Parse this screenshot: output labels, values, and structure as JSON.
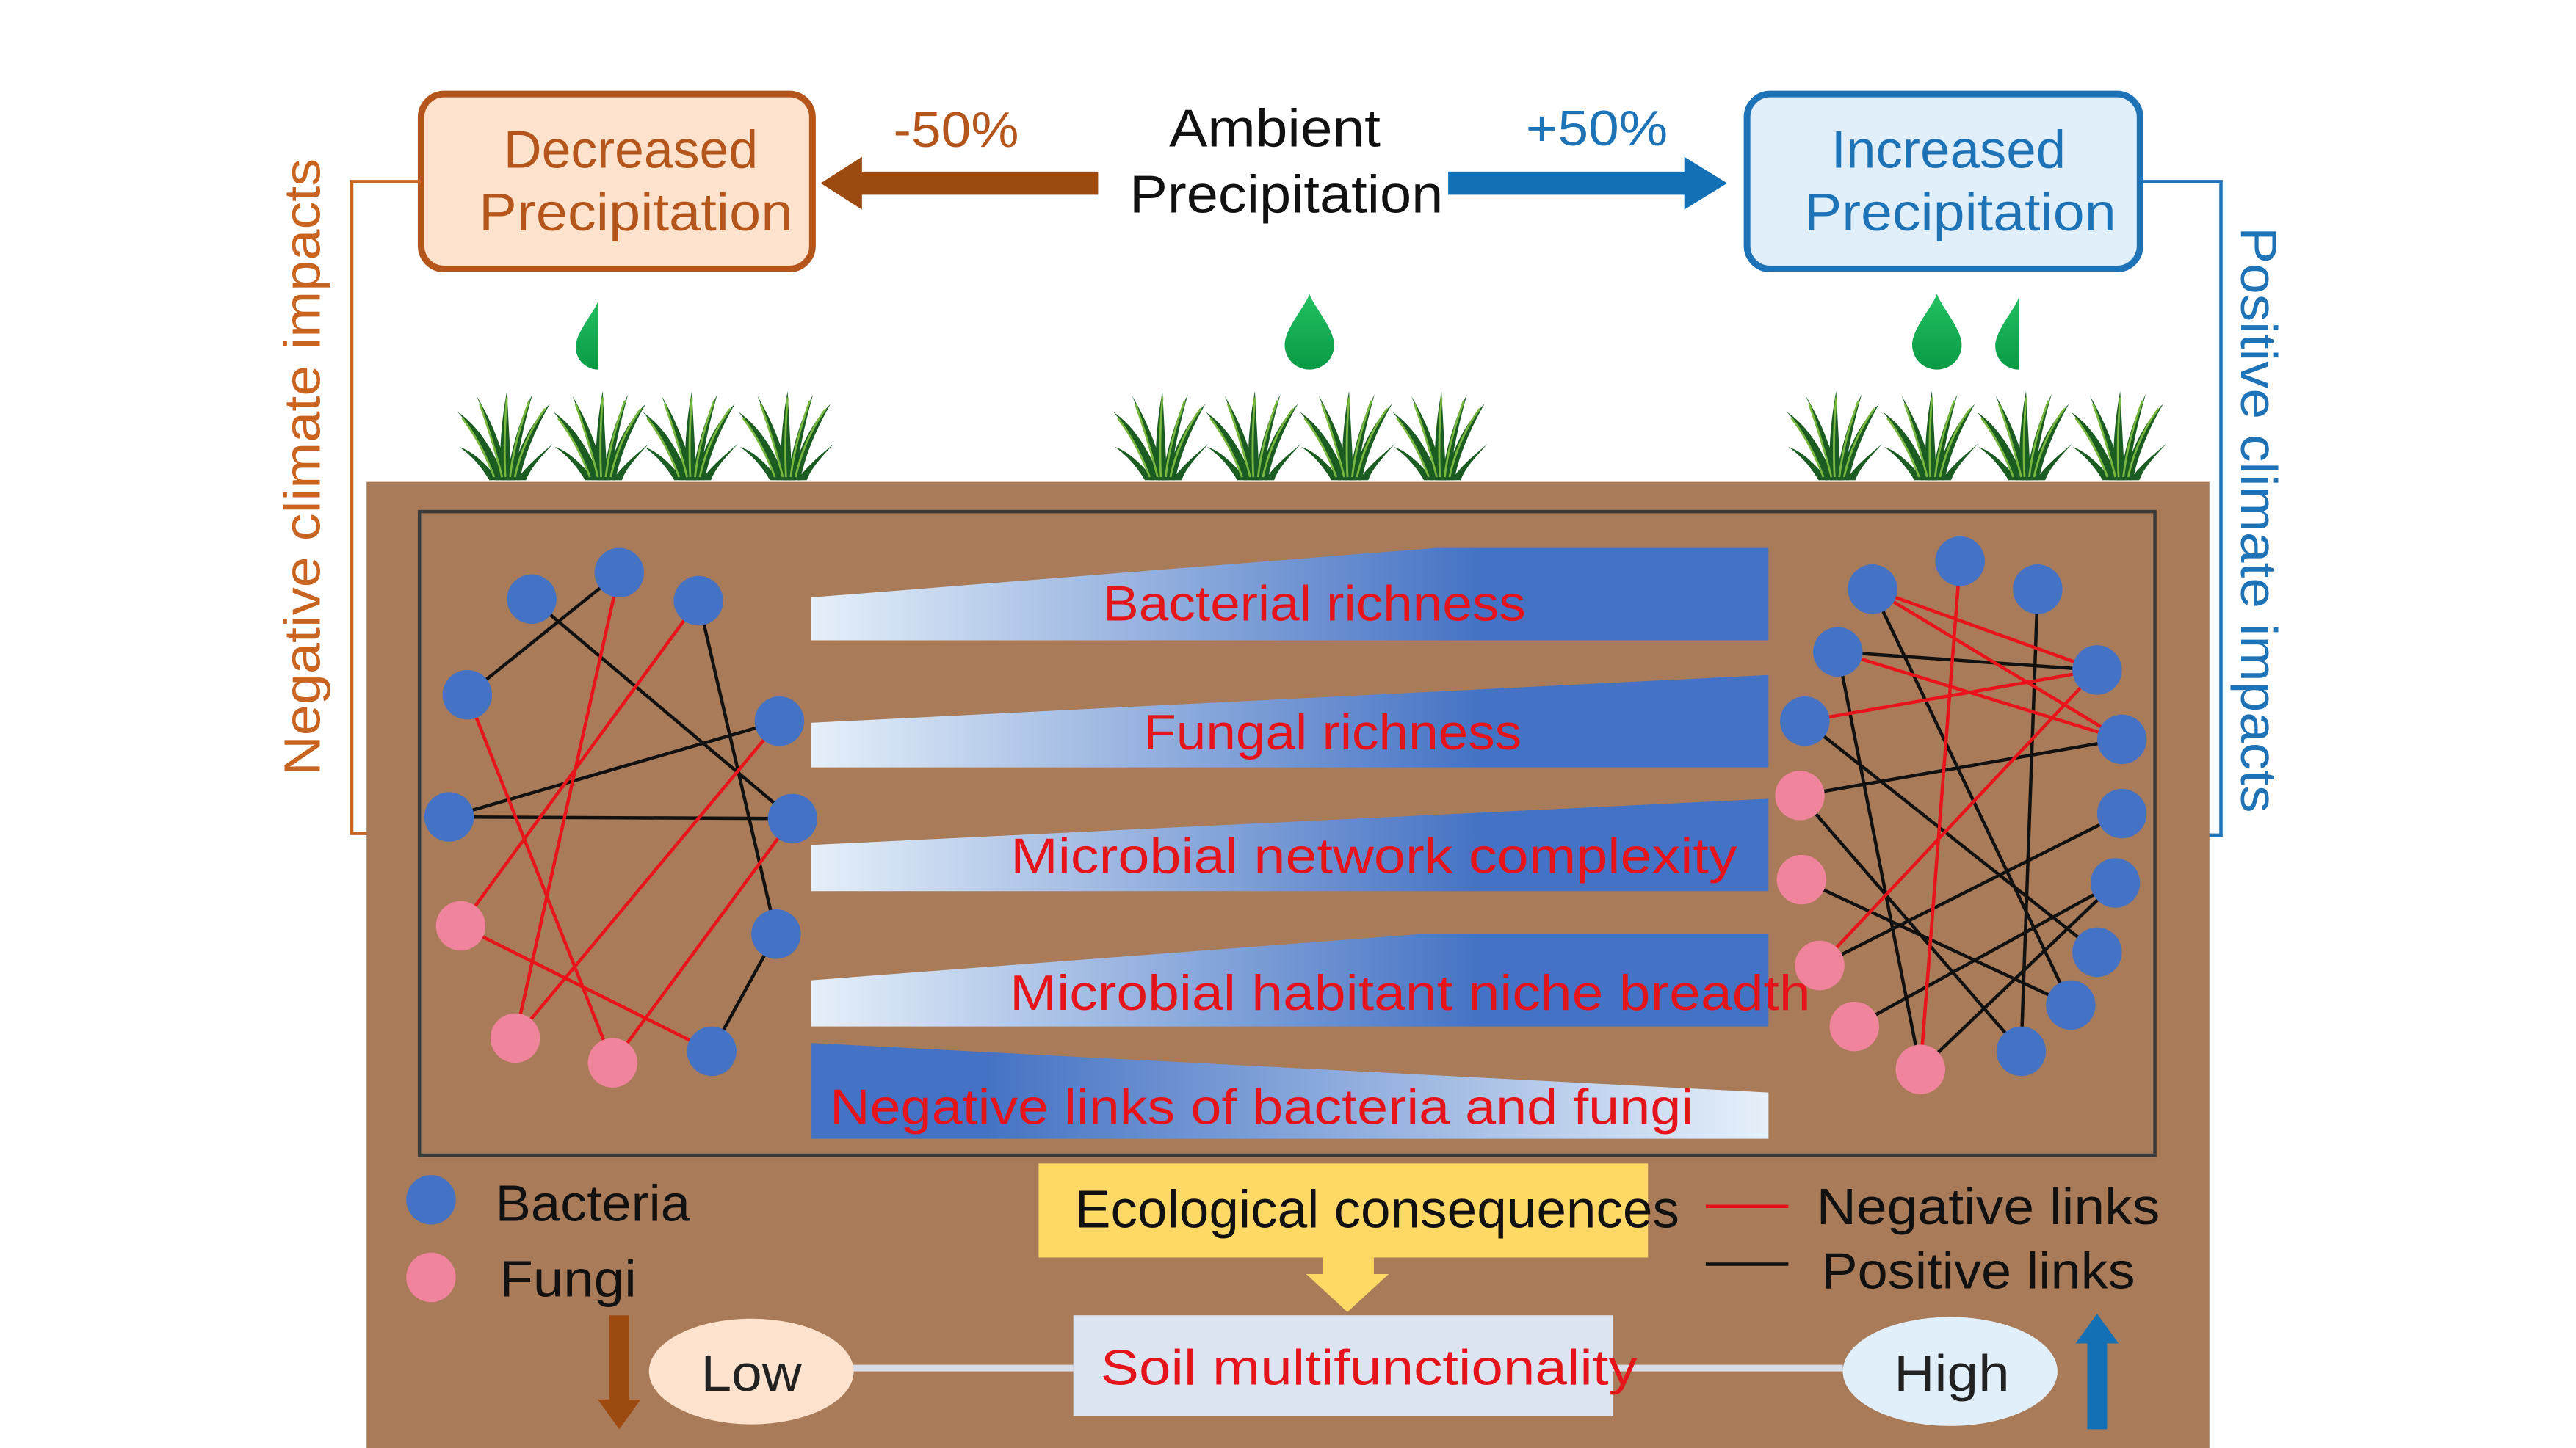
{
  "precipitation": {
    "decreased": {
      "line1": "Decreased",
      "line2": "Precipitation",
      "change": "-50%"
    },
    "ambient": {
      "line1": "Ambient",
      "line2": "Precipitation"
    },
    "increased": {
      "line1": "Increased",
      "line2": "Precipitation",
      "change": "+50%"
    }
  },
  "climate_impacts": {
    "negative": "Negative climate impacts",
    "positive": "Positive climate impacts"
  },
  "trends": [
    {
      "label": "Bacterial richness"
    },
    {
      "label": "Fungal richness"
    },
    {
      "label": "Microbial network complexity"
    },
    {
      "label": "Microbial habitant niche breadth"
    },
    {
      "label": "Negative links of bacteria and fungi"
    }
  ],
  "legend": {
    "bacteria": "Bacteria",
    "fungi": "Fungi",
    "negative_links": "Negative links",
    "positive_links": "Positive links"
  },
  "consequences": {
    "heading": "Ecological consequences",
    "outcome": "Soil multifunctionality",
    "low": "Low",
    "high": "High"
  },
  "icons": {
    "water": "droplet-icon",
    "plants": "grass-icon",
    "lower": "arrow-down-icon",
    "higher": "arrow-up-icon",
    "less_rain": "arrow-left-icon",
    "more_rain": "arrow-right-icon"
  },
  "colors": {
    "decrease": "#b4561b",
    "decrease_label": "#c8641f",
    "decrease_fill": "#fde3cd",
    "decrease_arrow": "#9c4a10",
    "increase": "#1e72b6",
    "increase_fill": "#e1effa",
    "increase_arrow": "#1370b5",
    "soil": "#a97b59",
    "grass": "#1b5c22",
    "droplet": "#0a9a45",
    "bacteria": "#4472c4",
    "fungi": "#f0849c",
    "negative_link": "#e8141b",
    "positive_link": "#111111",
    "trend_text": "#e5141b",
    "trend_light": "#e6f0fa",
    "trend_dark": "#4472c4",
    "consequence_box": "#ffd966",
    "outcome_box": "#dbe4f0"
  }
}
